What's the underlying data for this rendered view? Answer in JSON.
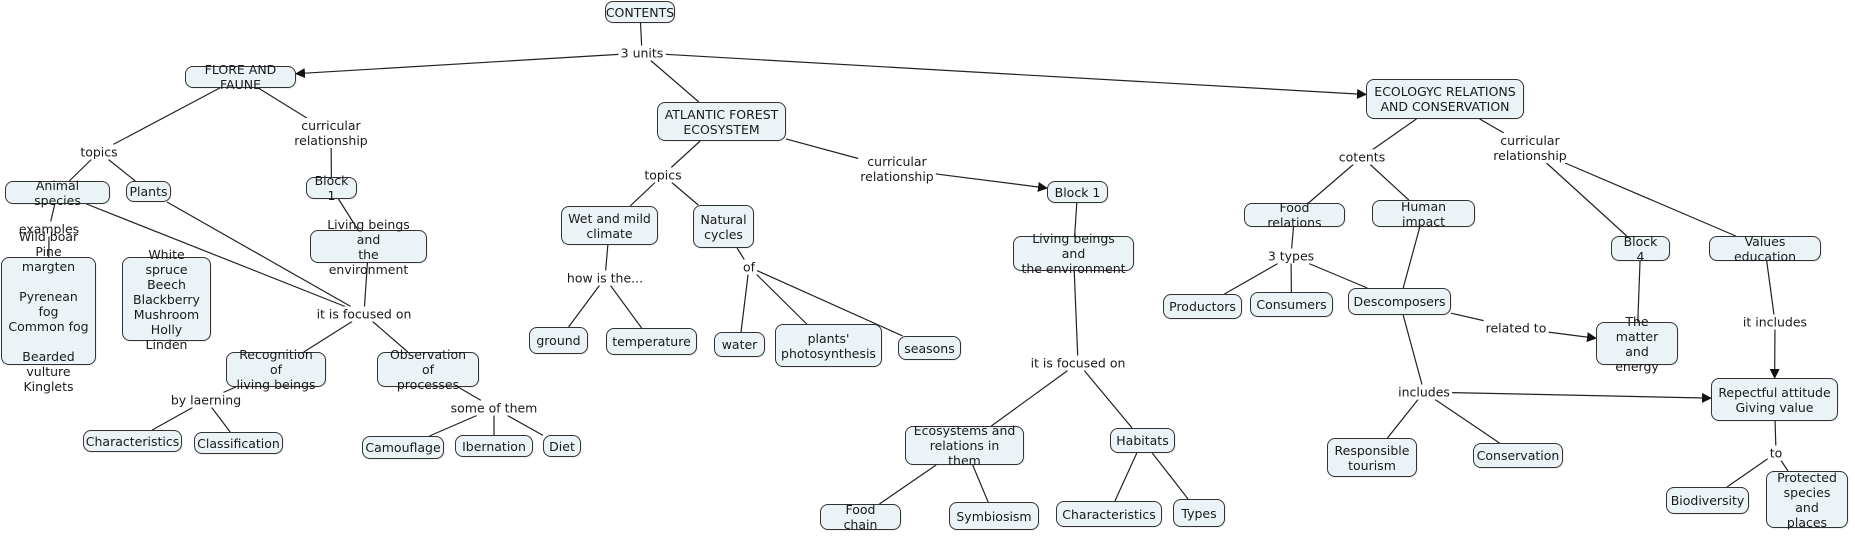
{
  "title": "CONTENTS",
  "concepts": {
    "contents": "CONTENTS",
    "flore": "FLORE AND FAUNE",
    "atlantic": "ATLANTIC FOREST\nECOSYSTEM",
    "ecology": "ECOLOGYC RELATIONS\nAND CONSERVATION",
    "animal_species": "Animal species",
    "plants": "Plants",
    "animal_examples": "Wild boar\nPine margten\n\nPyrenean fog\nCommon fog\n\nBearded vulture\nKinglets",
    "plant_examples": "White spruce\nBeech\nBlackberry\nMushroom\nHolly\nLinden",
    "block1_a": "Block 1",
    "living_a": "Living beings and\nthe environment",
    "recognition": "Recognition of\nliving beings",
    "observation": "Observation of\nprocesses",
    "characteristics_a": "Characteristics",
    "classification": "Classification",
    "camouflage": "Camouflage",
    "ibernation": "Ibernation",
    "diet": "Diet",
    "wet_climate": "Wet and mild\nclimate",
    "natural_cycles": "Natural\ncycles",
    "ground": "ground",
    "temperature": "temperature",
    "water": "water",
    "photosynthesis": "plants'\nphotosynthesis",
    "seasons": "seasons",
    "block1_b": "Block 1",
    "living_b": "Living beings and\nthe environment",
    "ecosystems": "Ecosystems and\nrelations in them",
    "habitats": "Habitats",
    "food_chain": "Food chain",
    "symbiosism": "Symbiosism",
    "characteristics_b": "Characteristics",
    "types": "Types",
    "food_relations": "Food relations",
    "human_impact": "Human impact",
    "productors": "Productors",
    "consumers": "Consumers",
    "descomposers": "Descomposers",
    "block4": "Block 4",
    "values_education": "Values education",
    "matter_energy": "The matter\nand energy",
    "respectful": "Repectful attitude\nGiving value",
    "responsible_tourism": "Responsible\ntourism",
    "conservation": "Conservation",
    "biodiversity": "Biodiversity",
    "protected": "Protected\nspecies and\nplaces"
  },
  "linking_phrases": {
    "units": "3 units",
    "topics_a": "topics",
    "curricular_a": "curricular\nrelationship",
    "examples": "examples",
    "focused_a": "it is focused on",
    "by_learning": "by laerning",
    "some_of_them": "some of them",
    "topics_b": "topics",
    "curricular_b": "curricular\nrelationship",
    "how_is": "how is the...",
    "of": "of",
    "focused_b": "it is focused on",
    "cotents": "cotents",
    "curricular_c": "curricular\nrelationship",
    "three_types": "3 types",
    "related_to": "related to",
    "includes": "includes",
    "it_includes": "it includes",
    "to": "to"
  },
  "connections": [
    [
      "contents",
      "units"
    ],
    [
      "units",
      "flore"
    ],
    [
      "units",
      "atlantic"
    ],
    [
      "units",
      "ecology"
    ],
    [
      "flore",
      "topics_a"
    ],
    [
      "topics_a",
      "animal_species"
    ],
    [
      "topics_a",
      "plants"
    ],
    [
      "flore",
      "curricular_a"
    ],
    [
      "curricular_a",
      "block1_a"
    ],
    [
      "block1_a",
      "living_a"
    ],
    [
      "animal_species",
      "examples"
    ],
    [
      "examples",
      "animal_examples"
    ],
    [
      "animal_species",
      "focused_a"
    ],
    [
      "plants",
      "focused_a"
    ],
    [
      "living_a",
      "focused_a"
    ],
    [
      "focused_a",
      "recognition"
    ],
    [
      "focused_a",
      "observation"
    ],
    [
      "recognition",
      "by_learning"
    ],
    [
      "by_learning",
      "characteristics_a"
    ],
    [
      "by_learning",
      "classification"
    ],
    [
      "observation",
      "some_of_them"
    ],
    [
      "some_of_them",
      "camouflage"
    ],
    [
      "some_of_them",
      "ibernation"
    ],
    [
      "some_of_them",
      "diet"
    ],
    [
      "atlantic",
      "topics_b"
    ],
    [
      "topics_b",
      "wet_climate"
    ],
    [
      "topics_b",
      "natural_cycles"
    ],
    [
      "wet_climate",
      "how_is"
    ],
    [
      "how_is",
      "ground"
    ],
    [
      "how_is",
      "temperature"
    ],
    [
      "natural_cycles",
      "of"
    ],
    [
      "of",
      "water"
    ],
    [
      "of",
      "photosynthesis"
    ],
    [
      "of",
      "seasons"
    ],
    [
      "atlantic",
      "curricular_b"
    ],
    [
      "curricular_b",
      "block1_b"
    ],
    [
      "block1_b",
      "living_b"
    ],
    [
      "living_b",
      "focused_b"
    ],
    [
      "focused_b",
      "ecosystems"
    ],
    [
      "focused_b",
      "habitats"
    ],
    [
      "ecosystems",
      "food_chain"
    ],
    [
      "ecosystems",
      "symbiosism"
    ],
    [
      "habitats",
      "characteristics_b"
    ],
    [
      "habitats",
      "types"
    ],
    [
      "ecology",
      "cotents"
    ],
    [
      "cotents",
      "food_relations"
    ],
    [
      "cotents",
      "human_impact"
    ],
    [
      "ecology",
      "curricular_c"
    ],
    [
      "curricular_c",
      "block4"
    ],
    [
      "curricular_c",
      "values_education"
    ],
    [
      "food_relations",
      "three_types"
    ],
    [
      "three_types",
      "productors"
    ],
    [
      "three_types",
      "consumers"
    ],
    [
      "three_types",
      "descomposers"
    ],
    [
      "human_impact",
      "descomposers"
    ],
    [
      "descomposers",
      "related_to"
    ],
    [
      "related_to",
      "matter_energy"
    ],
    [
      "block4",
      "matter_energy"
    ],
    [
      "descomposers",
      "includes"
    ],
    [
      "includes",
      "responsible_tourism"
    ],
    [
      "includes",
      "conservation"
    ],
    [
      "includes",
      "respectful"
    ],
    [
      "values_education",
      "it_includes"
    ],
    [
      "it_includes",
      "respectful"
    ],
    [
      "respectful",
      "to"
    ],
    [
      "to",
      "biodiversity"
    ],
    [
      "to",
      "protected"
    ]
  ],
  "arrow_targets": [
    "flore",
    "ecology",
    "block1_b",
    "matter_energy",
    "respectful"
  ]
}
